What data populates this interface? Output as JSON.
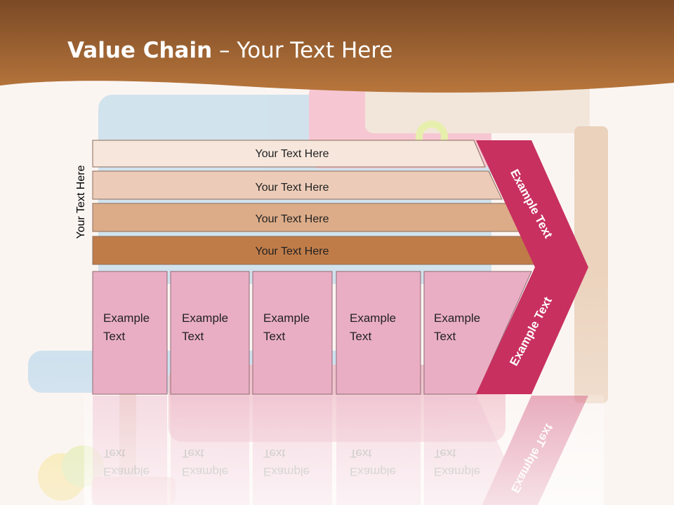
{
  "title": {
    "bold": "Value Chain",
    "rest": " – Your Text Here"
  },
  "side_label": "Your Text Here",
  "support_activities": [
    "Your Text Here",
    "Your Text Here",
    "Your Text Here",
    "Your Text Here"
  ],
  "primary_activities": [
    {
      "line1": "Example",
      "line2": "Text"
    },
    {
      "line1": "Example",
      "line2": "Text"
    },
    {
      "line1": "Example",
      "line2": "Text"
    },
    {
      "line1": "Example",
      "line2": "Text"
    },
    {
      "line1": "Example",
      "line2": "Text"
    }
  ],
  "margin_labels": {
    "upper": "Example Text",
    "lower": "Example Text"
  },
  "colors": {
    "header_brown": "#a8682e",
    "support_fills": [
      "#f6e6dc",
      "#ecccb8",
      "#dcac88",
      "#c07c48"
    ],
    "primary_fill": "#eaaec4",
    "primary_border": "#8f6a74",
    "margin_fill": "#c8305f"
  }
}
